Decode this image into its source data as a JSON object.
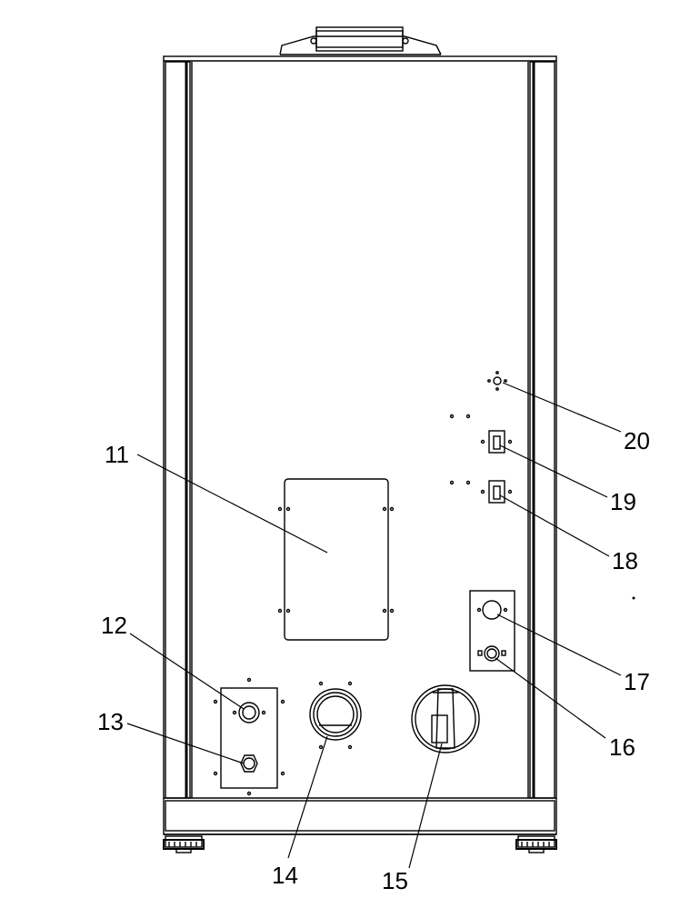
{
  "callouts": {
    "c11": "11",
    "c12": "12",
    "c13": "13",
    "c14": "14",
    "c15": "15",
    "c16": "16",
    "c17": "17",
    "c18": "18",
    "c19": "19",
    "c20": "20"
  },
  "colors": {
    "line": "#000000",
    "background": "#ffffff"
  }
}
